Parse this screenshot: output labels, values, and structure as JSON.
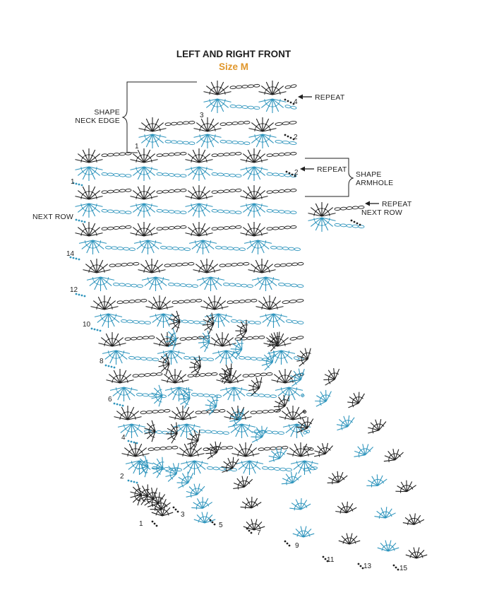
{
  "diagram": {
    "title": "LEFT AND RIGHT FRONT",
    "subtitle": "Size M",
    "annotations": {
      "repeat_top": "REPEAT",
      "repeat_mid": "REPEAT",
      "repeat_low": "REPEAT",
      "next_row_right": "NEXT ROW",
      "next_row_left": "NEXT ROW",
      "shape_neck_1": "SHAPE",
      "shape_neck_2": "NECK EDGE",
      "shape_arm_1": "SHAPE",
      "shape_arm_2": "ARMHOLE"
    },
    "row_numbers_left": [
      "14",
      "12",
      "10",
      "8",
      "6",
      "4",
      "2"
    ],
    "row_numbers_bottom": [
      "1",
      "3",
      "5",
      "7",
      "9",
      "11",
      "13",
      "15"
    ],
    "row_numbers_neck": [
      "4",
      "2",
      "3",
      "1"
    ],
    "row_numbers_arm": [
      "2",
      "1"
    ],
    "colors": {
      "ink": "#1f1f1f",
      "blue": "#2f95bd",
      "accent": "#e0962a"
    }
  }
}
